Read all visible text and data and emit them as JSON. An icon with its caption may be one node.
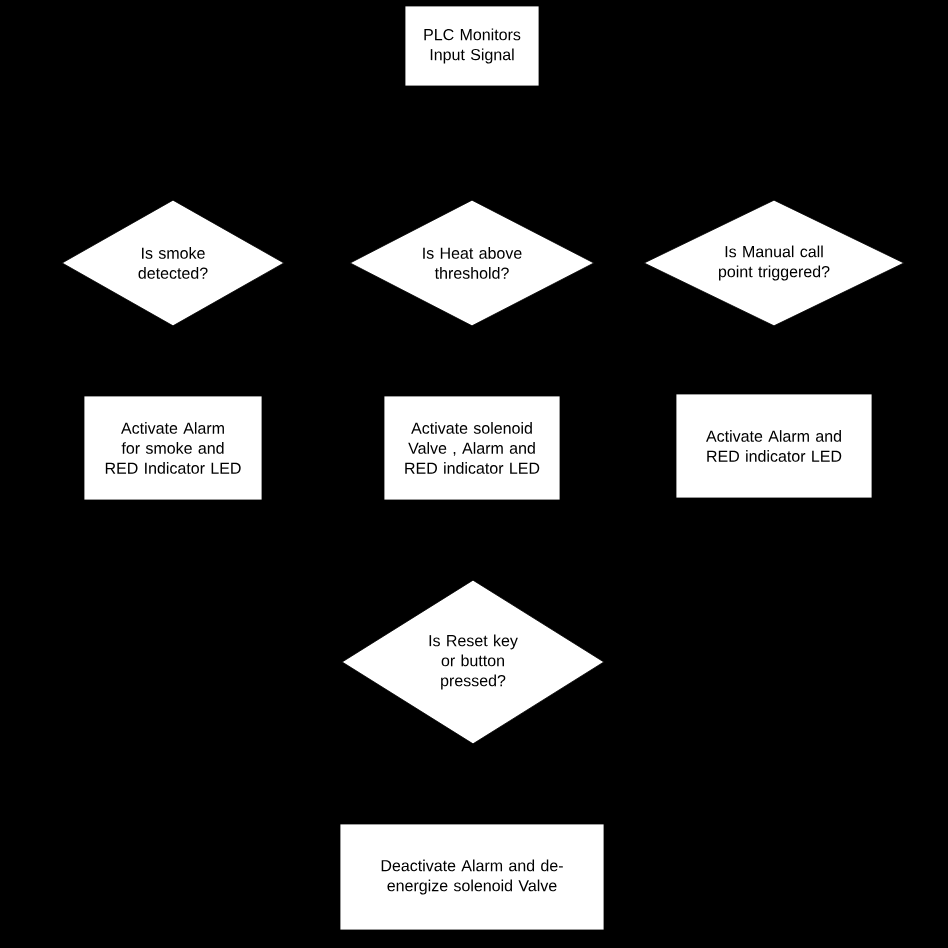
{
  "diagram": {
    "nodes": [
      {
        "text": [
          "PLC Monitors Input Signal"
        ]
      },
      {
        "text": [
          "Is smoke detected?"
        ]
      },
      {
        "text": [
          "Is Heat above threshold?"
        ]
      },
      {
        "text": [
          "Is Manual call point triggered?"
        ]
      },
      {
        "text": [
          "Activate Alarm for smoke and RED Indicator LED"
        ]
      },
      {
        "text": [
          "Activate solenoid Valve , Alarm and RED indicator LED"
        ]
      },
      {
        "text": [
          "Activate Alarm and RED indicator LED"
        ]
      },
      {
        "text": [
          "Is Reset key or button pressed?"
        ]
      },
      {
        "text": [
          "Deactivate Alarm and de-energize solenoid Valve"
        ]
      }
    ]
  }
}
